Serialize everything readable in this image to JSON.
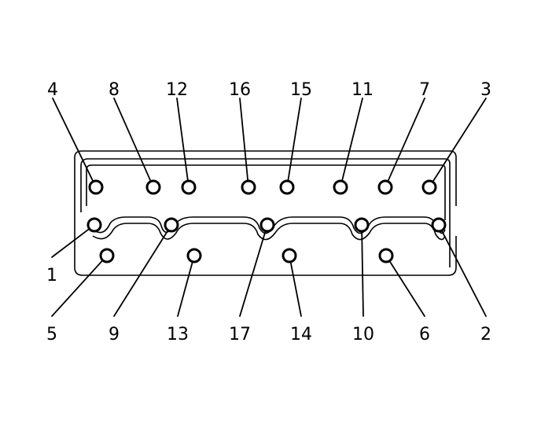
{
  "bolts": [
    {
      "label": "4"
    },
    {
      "label": "8"
    },
    {
      "label": "12"
    },
    {
      "label": "16"
    },
    {
      "label": "15"
    },
    {
      "label": "11"
    },
    {
      "label": "7"
    },
    {
      "label": "3"
    },
    {
      "label": "1"
    },
    {
      "label": "9"
    },
    {
      "label": "17"
    },
    {
      "label": "10"
    },
    {
      "label": "2"
    },
    {
      "label": "5"
    },
    {
      "label": "13"
    },
    {
      "label": "14"
    },
    {
      "label": "6"
    }
  ]
}
